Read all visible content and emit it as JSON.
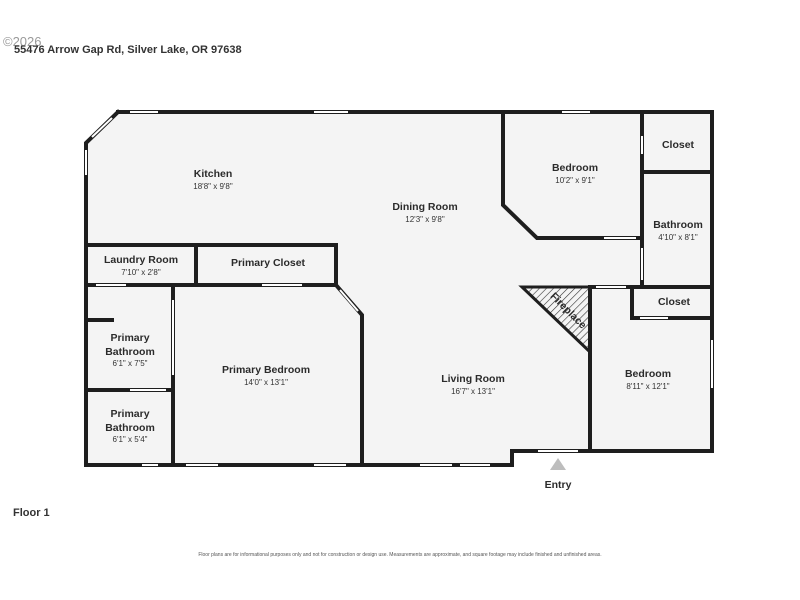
{
  "copyright": "©2026",
  "address": "55476 Arrow Gap Rd, Silver Lake, OR 97638",
  "floor_label": "Floor 1",
  "disclaimer": "Floor plans are for informational purposes only and not for construction or design use. Measurements are approximate, and square footage may include finished and unfinished areas.",
  "entry_label": "Entry",
  "fireplace_label": "Fireplace",
  "rooms": {
    "kitchen": {
      "name": "Kitchen",
      "dims": "18'8\" x 9'8\""
    },
    "dining_room": {
      "name": "Dining Room",
      "dims": "12'3\" x 9'8\""
    },
    "bedroom_1": {
      "name": "Bedroom",
      "dims": "10'2\" x 9'1\""
    },
    "closet_1": {
      "name": "Closet"
    },
    "bathroom": {
      "name": "Bathroom",
      "dims": "4'10\" x 8'1\""
    },
    "laundry_room": {
      "name": "Laundry Room",
      "dims": "7'10\" x 2'8\""
    },
    "primary_closet": {
      "name": "Primary Closet"
    },
    "closet_2": {
      "name": "Closet"
    },
    "primary_bathroom_1": {
      "name_line1": "Primary",
      "name_line2": "Bathroom",
      "dims": "6'1\" x 7'5\""
    },
    "primary_bedroom": {
      "name": "Primary Bedroom",
      "dims": "14'0\" x 13'1\""
    },
    "living_room": {
      "name": "Living Room",
      "dims": "16'7\" x 13'1\""
    },
    "bedroom_2": {
      "name": "Bedroom",
      "dims": "8'11\" x 12'1\""
    },
    "primary_bathroom_2": {
      "name_line1": "Primary",
      "name_line2": "Bathroom",
      "dims": "6'1\" x 5'4\""
    }
  },
  "colors": {
    "wall": "#1e1e1e",
    "floor": "#f4f4f4",
    "window": "#ffffff",
    "entry_marker": "#bdbdbd"
  }
}
